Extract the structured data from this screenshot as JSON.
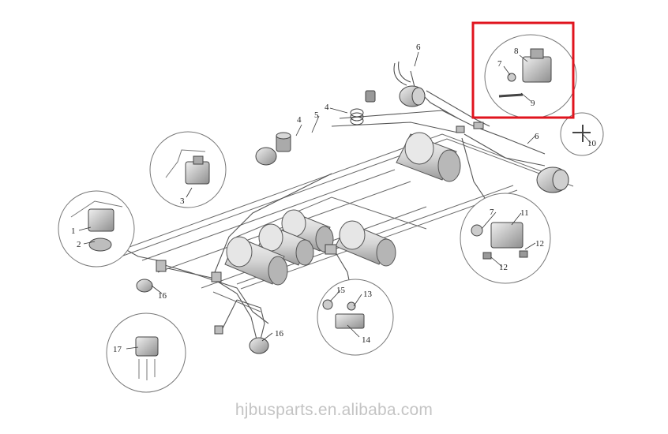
{
  "highlight_color": "#e0141e",
  "line_color": "#4a4a4a",
  "watermark": "hjbusparts.en.alibaba.com",
  "callouts": {
    "c1": "1",
    "c2": "2",
    "c3": "3",
    "c4a": "4",
    "c4b": "4",
    "c5": "5",
    "c6a": "6",
    "c6b": "6",
    "c7a": "7",
    "c7b": "7",
    "c8": "8",
    "c9": "9",
    "c10": "10",
    "c11": "11",
    "c12a": "12",
    "c12b": "12",
    "c13": "13",
    "c14": "14",
    "c15": "15",
    "c16a": "16",
    "c16b": "16",
    "c17": "17"
  }
}
